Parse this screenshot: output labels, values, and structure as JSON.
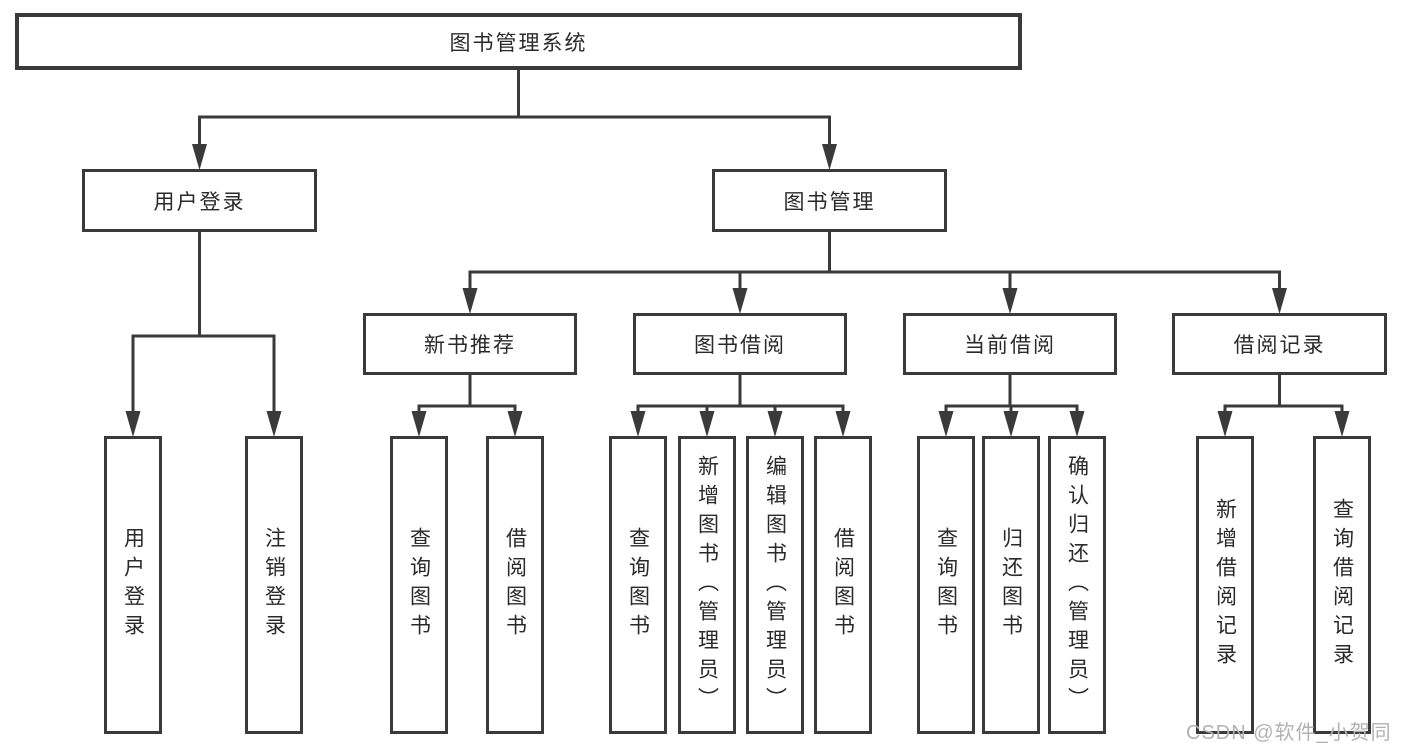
{
  "diagram": {
    "title": "图书管理系统",
    "watermark": "CSDN @软件_小贺同学",
    "colors": {
      "line": "#3a3a3a",
      "border": "#3a3a3a",
      "text": "#2a2a2a",
      "watermark": "#b2b2b2",
      "background": "#ffffff"
    },
    "nodes": [
      {
        "id": "root",
        "label": "图书管理系统"
      },
      {
        "id": "user-login",
        "label": "用户登录"
      },
      {
        "id": "book-management",
        "label": "图书管理"
      },
      {
        "id": "new-book-recommend",
        "label": "新书推荐"
      },
      {
        "id": "book-borrow",
        "label": "图书借阅"
      },
      {
        "id": "current-borrow",
        "label": "当前借阅"
      },
      {
        "id": "borrow-record",
        "label": "借阅记录"
      },
      {
        "id": "leaf-user-login",
        "label": "用户登录"
      },
      {
        "id": "leaf-logout",
        "label": "注销登录"
      },
      {
        "id": "leaf-rec-query-book",
        "label": "查询图书"
      },
      {
        "id": "leaf-rec-borrow-book",
        "label": "借阅图书"
      },
      {
        "id": "leaf-bb-query-book",
        "label": "查询图书"
      },
      {
        "id": "leaf-bb-add-book",
        "label": "新增图书（管理员）"
      },
      {
        "id": "leaf-bb-edit-book",
        "label": "编辑图书（管理员）"
      },
      {
        "id": "leaf-bb-borrow-book",
        "label": "借阅图书"
      },
      {
        "id": "leaf-cb-query-book",
        "label": "查询图书"
      },
      {
        "id": "leaf-cb-return-book",
        "label": "归还图书"
      },
      {
        "id": "leaf-cb-confirm-return",
        "label": "确认归还（管理员）"
      },
      {
        "id": "leaf-br-add-record",
        "label": "新增借阅记录"
      },
      {
        "id": "leaf-br-query-record",
        "label": "查询借阅记录"
      }
    ],
    "edges": [
      {
        "from": "root",
        "to": [
          "user-login",
          "book-management"
        ]
      },
      {
        "from": "user-login",
        "to": [
          "leaf-user-login",
          "leaf-logout"
        ]
      },
      {
        "from": "book-management",
        "to": [
          "new-book-recommend",
          "book-borrow",
          "current-borrow",
          "borrow-record"
        ]
      },
      {
        "from": "new-book-recommend",
        "to": [
          "leaf-rec-query-book",
          "leaf-rec-borrow-book"
        ]
      },
      {
        "from": "book-borrow",
        "to": [
          "leaf-bb-query-book",
          "leaf-bb-add-book",
          "leaf-bb-edit-book",
          "leaf-bb-borrow-book"
        ]
      },
      {
        "from": "current-borrow",
        "to": [
          "leaf-cb-query-book",
          "leaf-cb-return-book",
          "leaf-cb-confirm-return"
        ]
      },
      {
        "from": "borrow-record",
        "to": [
          "leaf-br-add-record",
          "leaf-br-query-record"
        ]
      }
    ]
  }
}
